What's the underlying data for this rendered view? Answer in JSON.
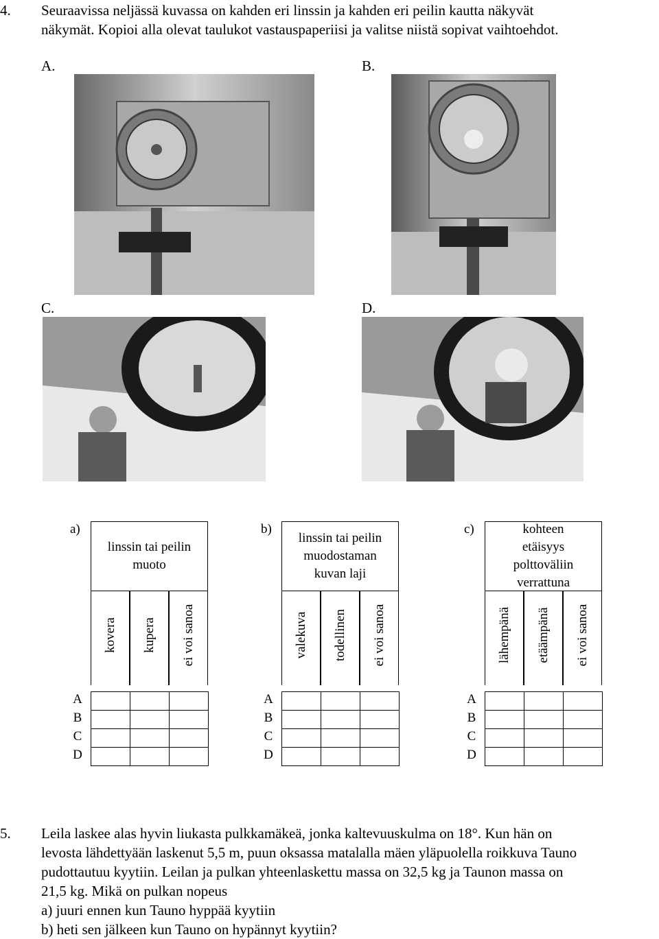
{
  "q4": {
    "number": "4.",
    "line1": "Seuraavissa neljässä kuvassa on kahden eri linssin ja kahden eri peilin kautta näkyvät",
    "line2": "näkymät. Kopioi alla olevat taulukot vastauspaperiisi ja valitse niistä sopivat vaihtoehdot."
  },
  "photos": {
    "A": "A.",
    "B": "B.",
    "C": "C.",
    "D": "D."
  },
  "tables": [
    {
      "part": "a)",
      "header": [
        "linssin tai peilin",
        "muoto"
      ],
      "columns": [
        "kovera",
        "kupera",
        "ei voi sanoa"
      ]
    },
    {
      "part": "b)",
      "header": [
        "linssin tai peilin",
        "muodostaman",
        "kuvan laji"
      ],
      "columns": [
        "valekuva",
        "todellinen",
        "ei voi sanoa"
      ]
    },
    {
      "part": "c)",
      "header": [
        "kohteen",
        "etäisyys",
        "polttoväliin",
        "verrattuna"
      ],
      "columns": [
        "lähempänä",
        "etäämpänä",
        "ei voi sanoa"
      ]
    }
  ],
  "row_labels": [
    "A",
    "B",
    "C",
    "D"
  ],
  "q5": {
    "number": "5.",
    "line1": "Leila laskee alas hyvin liukasta pulkkamäkeä, jonka kaltevuuskulma on 18°. Kun hän on",
    "line2": "levosta lähdettyään laskenut 5,5 m, puun oksassa matalalla mäen yläpuolella roikkuva Tauno",
    "line3": "pudottautuu kyytiin. Leilan ja pulkan yhteenlaskettu massa on 32,5 kg ja Taunon massa on",
    "line4": "21,5 kg. Mikä on pulkan nopeus",
    "line5": "a) juuri ennen kun Tauno hyppää kyytiin",
    "line6": "b) heti sen jälkeen kun Tauno on hypännyt kyytiin?"
  }
}
